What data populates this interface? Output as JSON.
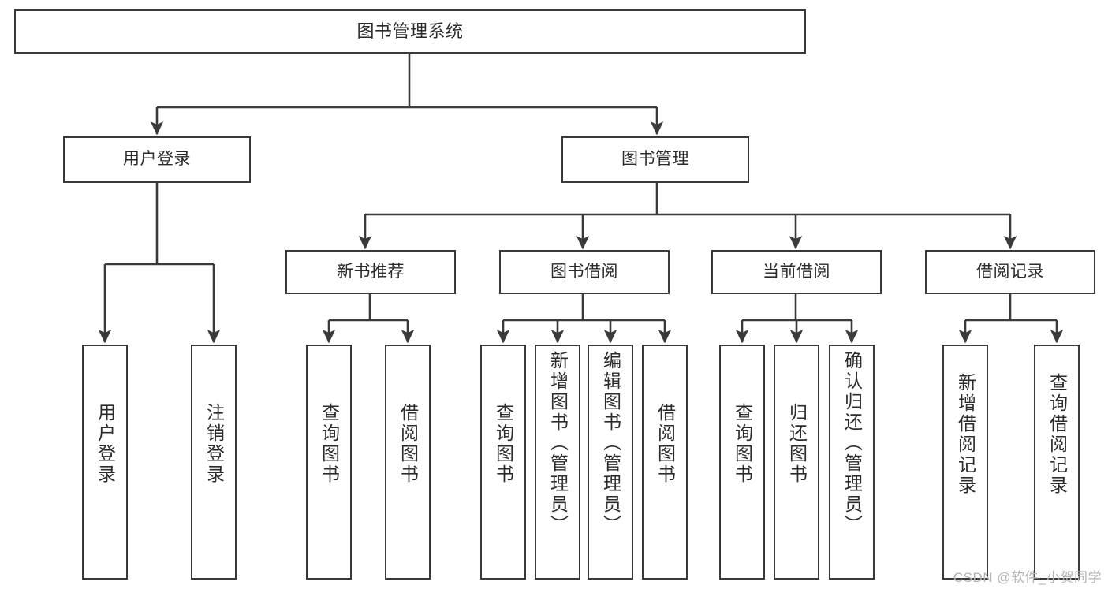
{
  "diagram": {
    "title": "图书管理系统",
    "watermark": "CSDN @软件_小贺同学",
    "line_color": "#3a3a3a",
    "text_color": "#2b2b2b",
    "background": "#ffffff",
    "nodes": {
      "root": {
        "label": "图书管理系统"
      },
      "l1": [
        {
          "label": "用户登录"
        },
        {
          "label": "图书管理"
        }
      ],
      "l2": [
        {
          "label": "新书推荐"
        },
        {
          "label": "图书借阅"
        },
        {
          "label": "当前借阅"
        },
        {
          "label": "借阅记录"
        }
      ],
      "leaves_user": [
        {
          "label": "用户登录"
        },
        {
          "label": "注销登录"
        }
      ],
      "leaves_newbook": [
        {
          "label": "查询图书"
        },
        {
          "label": "借阅图书"
        }
      ],
      "leaves_borrow": [
        {
          "label": "查询图书"
        },
        {
          "label": "新增图书（管理员）"
        },
        {
          "label": "编辑图书（管理员）"
        },
        {
          "label": "借阅图书"
        }
      ],
      "leaves_current": [
        {
          "label": "查询图书"
        },
        {
          "label": "归还图书"
        },
        {
          "label": "确认归还（管理员）"
        }
      ],
      "leaves_record": [
        {
          "label": "新增借阅记录"
        },
        {
          "label": "查询借阅记录"
        }
      ]
    }
  }
}
